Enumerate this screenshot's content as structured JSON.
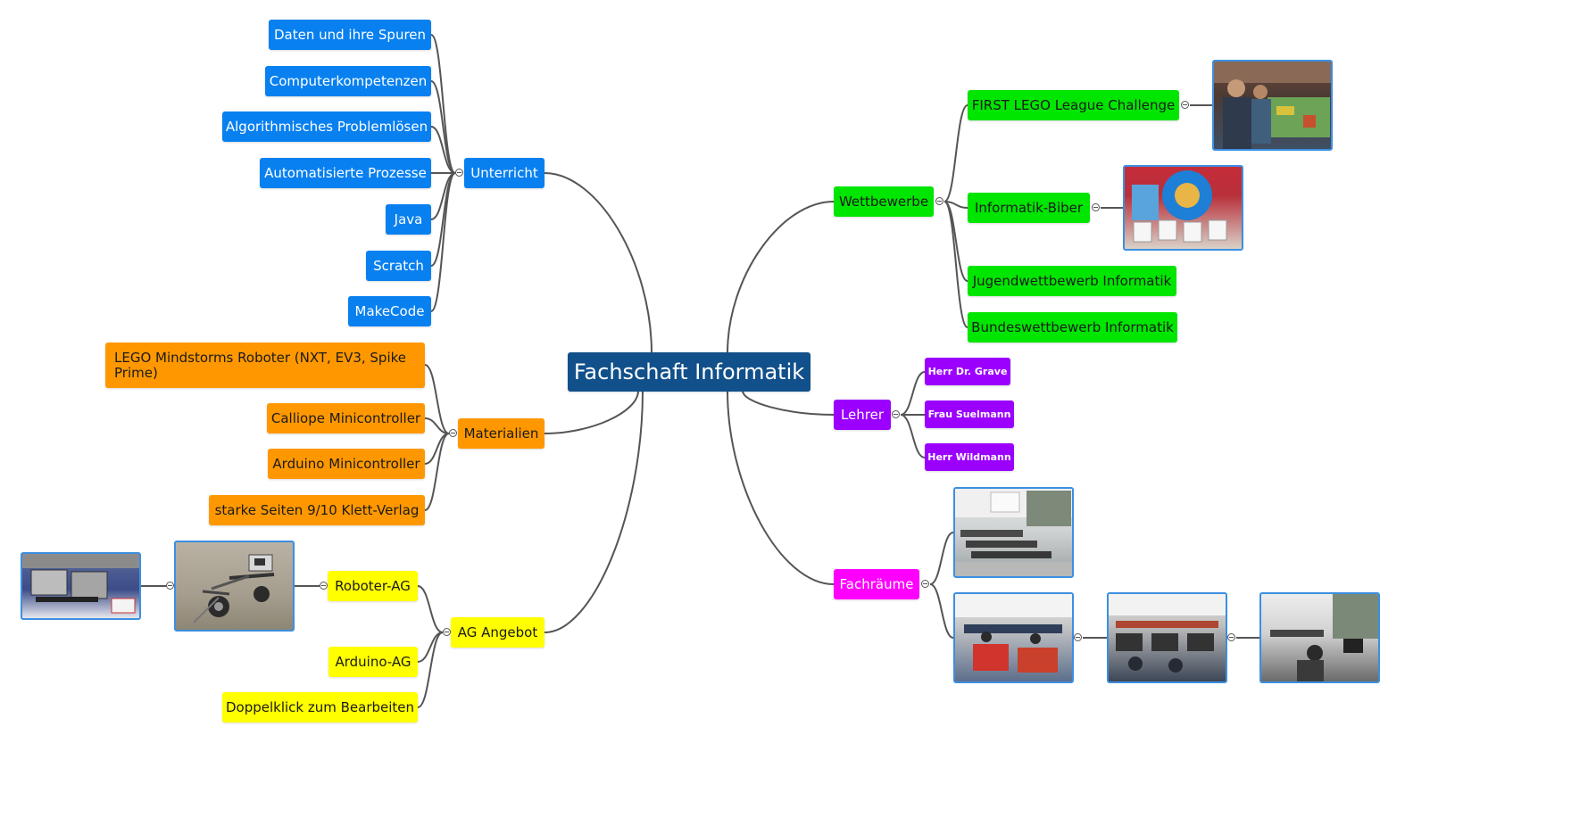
{
  "colors": {
    "root": "#11508a",
    "unterricht": "#0880f0",
    "materialien": "#ff9800",
    "ag": "#ffff00",
    "wettbewerbe": "#00e600",
    "lehrer": "#9b00ff",
    "fachraeume": "#ff00ff",
    "link": "#555555"
  },
  "root": {
    "label": "Fachschaft Informatik"
  },
  "branches": {
    "unterricht": {
      "label": "Unterricht",
      "items": [
        "Daten und ihre Spuren",
        "Computerkompetenzen",
        "Algorithmisches Problemlösen",
        "Automatisierte Prozesse",
        "Java",
        "Scratch",
        "MakeCode"
      ]
    },
    "materialien": {
      "label": "Materialien",
      "items": [
        "LEGO Mindstorms Roboter (NXT, EV3, Spike Prime)",
        "Calliope Minicontroller",
        "Arduino Minicontroller",
        "starke Seiten 9/10 Klett-Verlag"
      ]
    },
    "ag": {
      "label": "AG Angebot",
      "items": [
        "Roboter-AG",
        "Arduino-AG",
        "Doppelklick zum Bearbeiten"
      ]
    },
    "wettbewerbe": {
      "label": "Wettbewerbe",
      "items": [
        "FIRST LEGO League Challenge",
        "Informatik-Biber",
        "Jugendwettbewerb Informatik",
        "Bundeswettbewerb Informatik"
      ]
    },
    "lehrer": {
      "label": "Lehrer",
      "items": [
        "Herr Dr. Grave",
        "Frau Suelmann",
        "Herr Wildmann"
      ]
    },
    "fachraeume": {
      "label": "Fachräume"
    }
  },
  "images": {
    "fll": "lego-robot-competition-photo",
    "biber": "mugs-and-clock-photo",
    "roboter1": "lego-robot-photo",
    "roboter2": "lego-robot-arena-photo",
    "room1": "classroom-photo",
    "room2": "computer-room-photo",
    "room3": "computer-room-photo",
    "room4": "computer-room-photo"
  }
}
